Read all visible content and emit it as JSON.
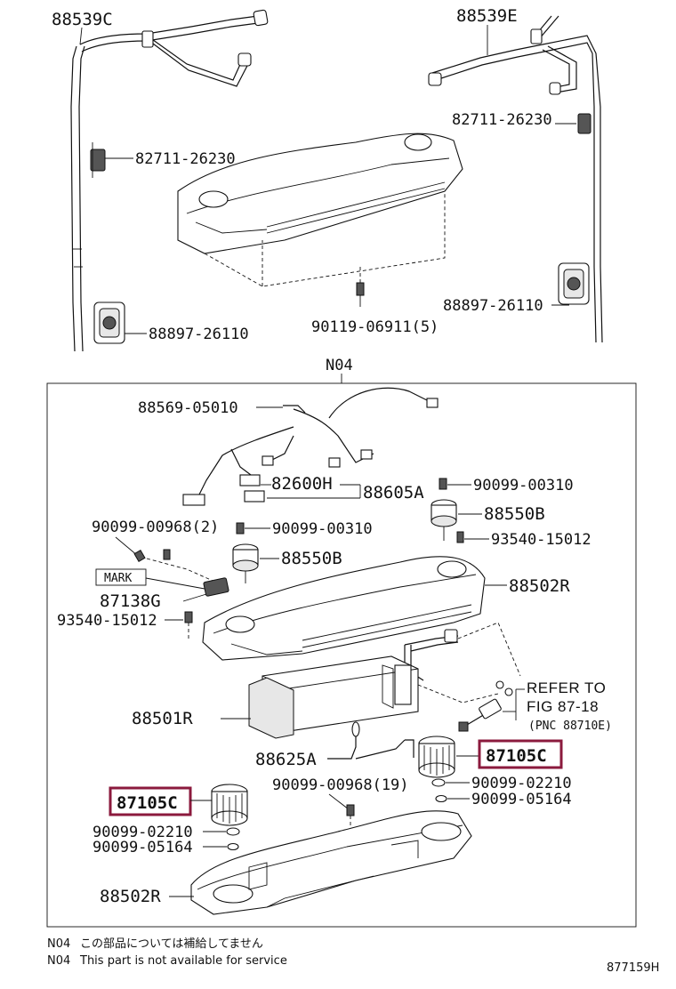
{
  "top_labels": {
    "hose_left": "88539C",
    "hose_right": "88539E",
    "clamp_left": "82711-26230",
    "clamp_right": "82711-26230",
    "grommet_left": "88897-26110",
    "grommet_right": "88897-26110",
    "bolt": "90119-06911(5)"
  },
  "box_label": "N04",
  "inner_labels": {
    "harness": "88569-05010",
    "wire_sub": "82600H",
    "wire_main": "88605A",
    "screw_r1": "90099-00310",
    "screw_l": "90099-00968(2)",
    "screw_m": "90099-00310",
    "actuator_r": "88550B",
    "actuator_m": "88550B",
    "screw_r2": "93540-15012",
    "mark": "MARK",
    "sensor": "87138G",
    "screw_l2": "93540-15012",
    "case_upper": "88502R",
    "refer_line1": "REFER TO",
    "refer_line2": "FIG 87-18",
    "refer_line3": "(PNC 88710E)",
    "core": "88501R",
    "tube": "88625A",
    "screw_mid": "90099-00968(19)",
    "blower_r": "87105C",
    "blower_l": "87105C",
    "washer_r1": "90099-02210",
    "washer_r2": "90099-05164",
    "washer_l1": "90099-02210",
    "washer_l2": "90099-05164",
    "case_lower": "88502R"
  },
  "notes": [
    {
      "code": "N04",
      "text": "この部品については補給してません"
    },
    {
      "code": "N04",
      "text": "This part is not available for service"
    }
  ],
  "figure_id": "877159H",
  "colors": {
    "highlight": "#8b1a3d",
    "line": "#111111"
  }
}
